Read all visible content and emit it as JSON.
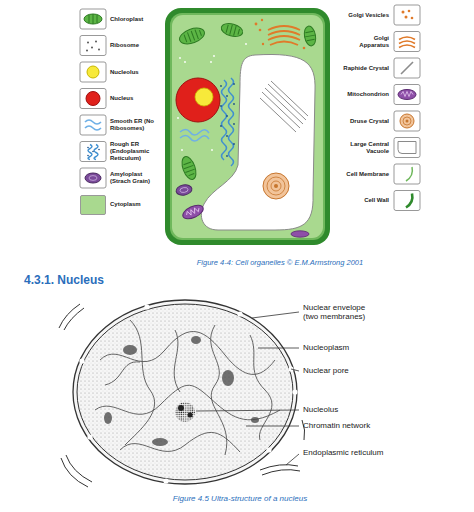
{
  "diagram": {
    "title": "4.3.1. Nucleus",
    "caption": "Figure 4.5 Ultra-structure of a nucleus",
    "labels": [
      "Figure 4-4: Cell organelles © E.M.Armstrong 2001",
      "Nuclear envelope (two membranes)",
      "Nucleoplasm",
      "Nuclear pore",
      "Nucleolus",
      "Chromatin network",
      "Endoplasmic reticulum"
    ],
    "legend": [
      {
        "text": "Chloroplast"
      },
      {
        "text": "Ribosome"
      },
      {
        "text": "Nucleolus"
      },
      {
        "text": "Nucleus"
      },
      {
        "text": "Smooth ER (No Ribosomes)"
      },
      {
        "text": "Rough ER (Endoplasmic Reticulum)"
      },
      {
        "text": "Amyloplast (Strach Grain)"
      },
      {
        "text": "Cytoplasm",
        "color": "#a9d98f"
      },
      {
        "text": "Golgi Vesicles"
      },
      {
        "text": "Golgi Apparatus"
      },
      {
        "text": "Raphide Crystal"
      },
      {
        "text": "Mitochondrion"
      },
      {
        "text": "Druse Crystal"
      },
      {
        "text": "Large Central Vacuole"
      },
      {
        "text": "Cell Membrane"
      },
      {
        "text": "Cell Wall"
      }
    ]
  }
}
